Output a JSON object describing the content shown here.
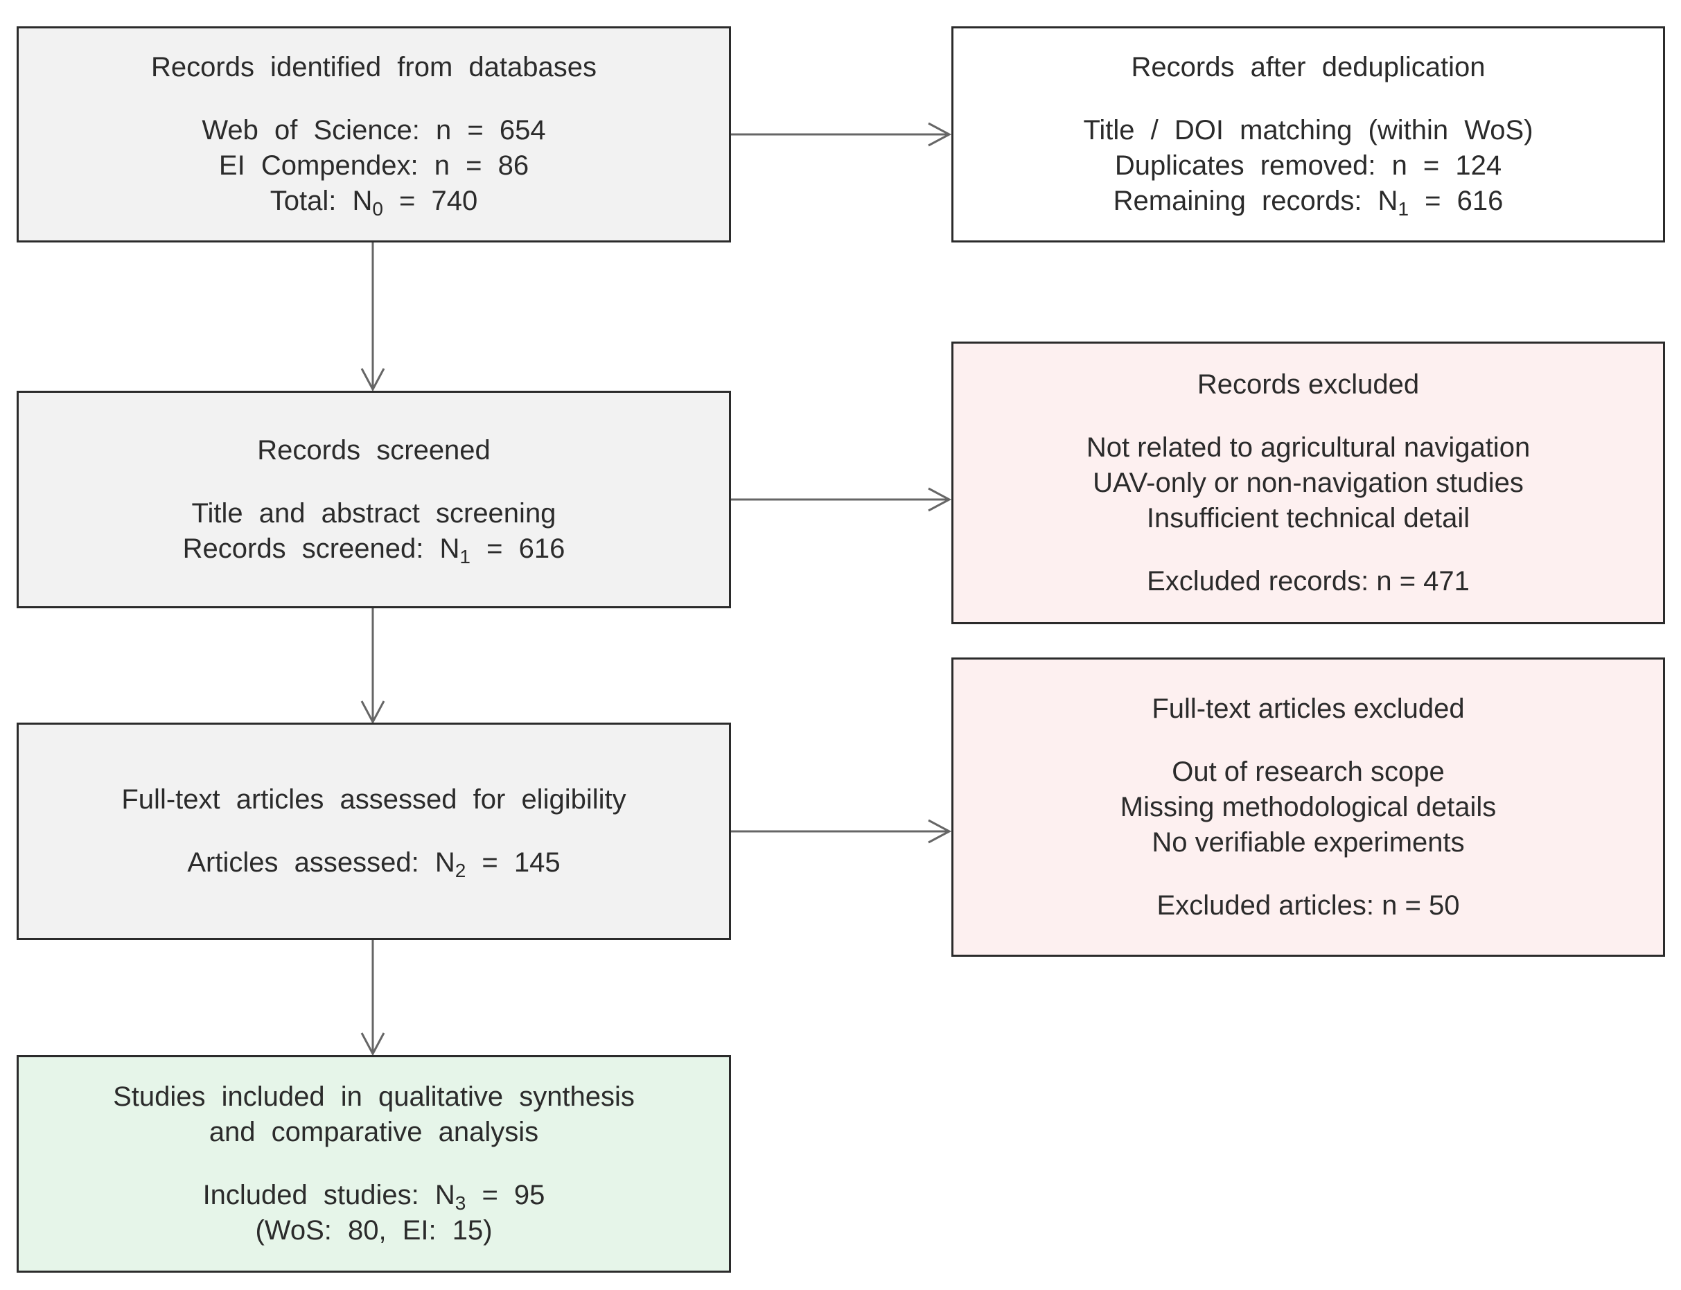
{
  "boxes": {
    "identified": {
      "title": "Records identified from databases",
      "line1": "Web of Science: n = 654",
      "line2": "EI Compendex: n = 86",
      "line3_prefix": "Total: N",
      "line3_sub": "0",
      "line3_suffix": " = 740"
    },
    "dedup": {
      "title": "Records after deduplication",
      "line1": "Title / DOI matching (within WoS)",
      "line2": "Duplicates removed: n = 124",
      "line3_prefix": "Remaining records: N",
      "line3_sub": "1",
      "line3_suffix": " = 616"
    },
    "screened": {
      "title": "Records screened",
      "line1": "Title and abstract screening",
      "line2_prefix": "Records screened: N",
      "line2_sub": "1",
      "line2_suffix": " = 616"
    },
    "excluded": {
      "title": "Records excluded",
      "line1": "Not related to agricultural navigation",
      "line2": "UAV-only or non-navigation studies",
      "line3": "Insufficient technical detail",
      "line4": "Excluded records: n = 471"
    },
    "assessed": {
      "title": "Full-text articles assessed for eligibility",
      "line1_prefix": "Articles assessed: N",
      "line1_sub": "2",
      "line1_suffix": " = 145"
    },
    "fulltext_excluded": {
      "title": "Full-text articles excluded",
      "line1": "Out of research scope",
      "line2": "Missing methodological details",
      "line3": "No verifiable experiments",
      "line4": "Excluded articles: n = 50"
    },
    "included": {
      "title_line1": "Studies included in qualitative synthesis",
      "title_line2": "and comparative analysis",
      "line1_prefix": "Included studies: N",
      "line1_sub": "3",
      "line1_suffix": " = 95",
      "line2": "(WoS: 80, EI: 15)"
    }
  },
  "colors": {
    "border": "#2b2b2b",
    "arrow": "#666666",
    "gray_fill": "#f2f2f2",
    "pink_fill": "#fdf0f0",
    "green_fill": "#e6f5e9"
  }
}
